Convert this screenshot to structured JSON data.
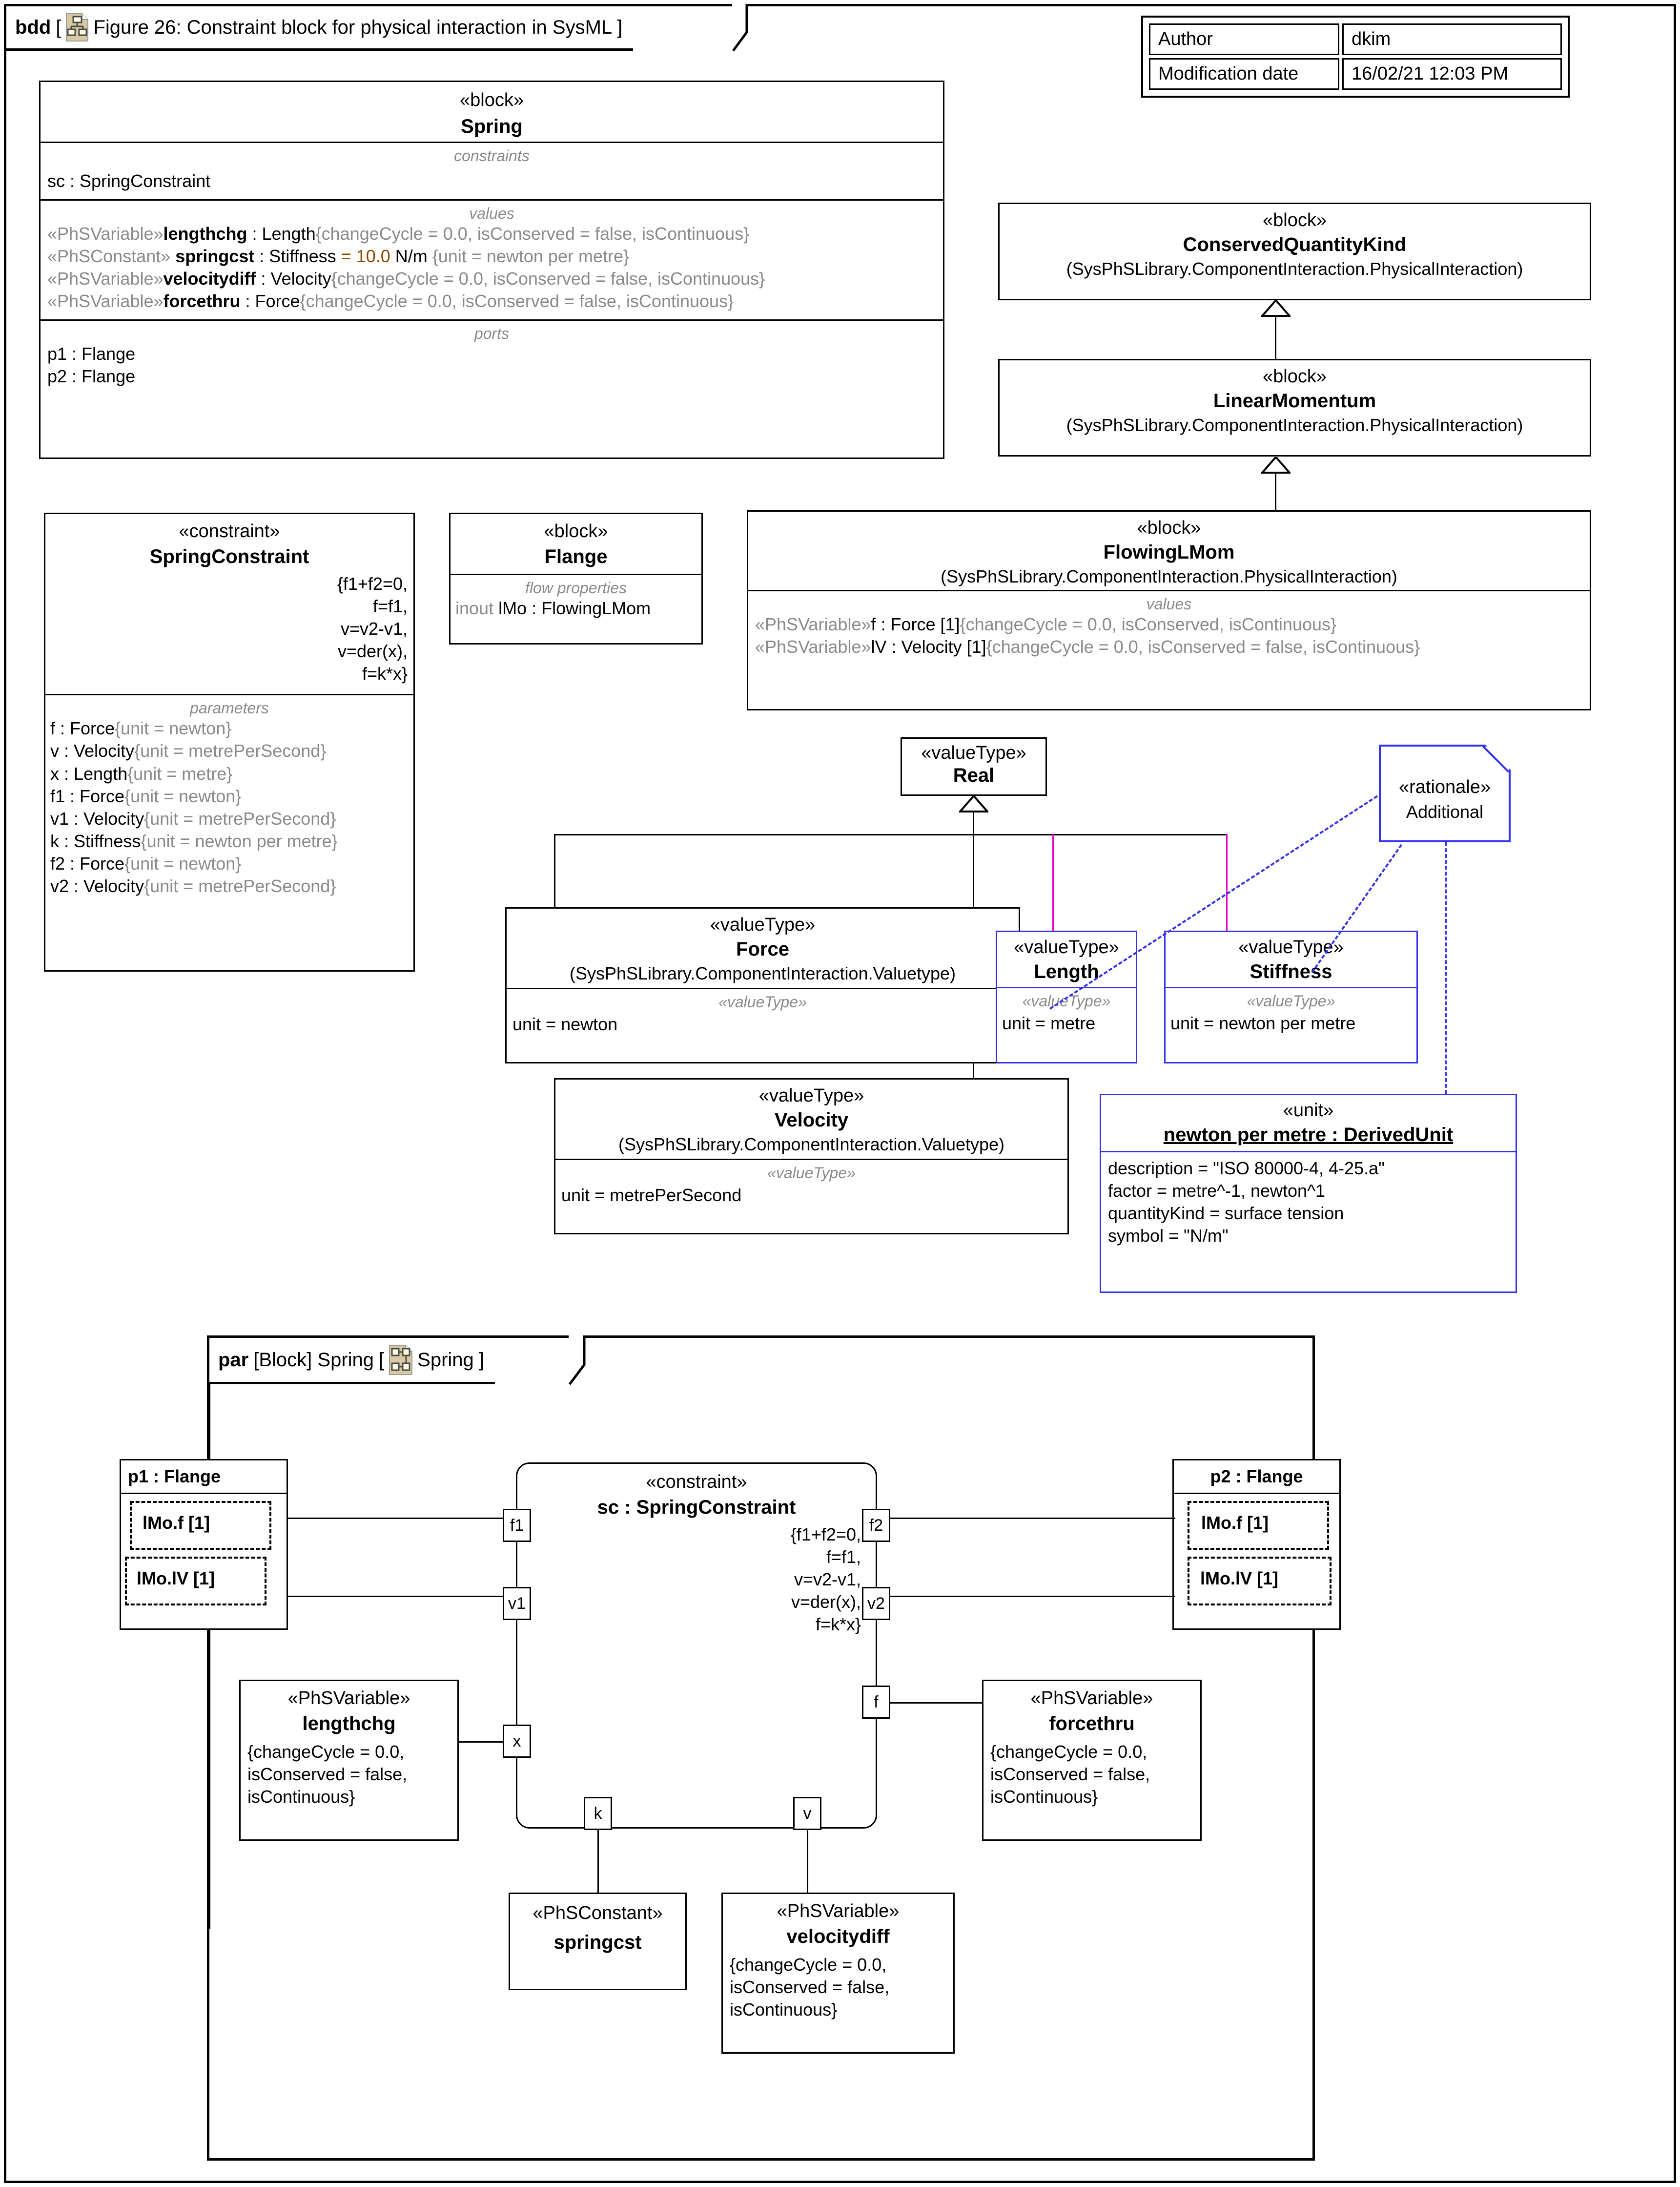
{
  "bdd_frame": {
    "kind": "bdd",
    "label": "[",
    "title": "Figure 26: Constraint block for physical interaction in SysML",
    "label_close": "]",
    "icon": "bdd-diagram-icon"
  },
  "meta": {
    "rows": [
      {
        "label": "Author",
        "value": "dkim"
      },
      {
        "label": "Modification date",
        "value": "16/02/21 12:03 PM"
      }
    ]
  },
  "spring_block": {
    "stereotype": "«block»",
    "name": "Spring",
    "constraints_label": "constraints",
    "constraints": [
      "sc : SpringConstraint"
    ],
    "values_label": "values",
    "values": [
      {
        "stereo": "«PhSVariable»",
        "name": "lengthchg",
        "type": " : Length",
        "props": "{changeCycle = 0.0, isConserved = false, isContinuous}"
      },
      {
        "stereo": "«PhSConstant»",
        "name": " springcst",
        "type": " : Stiffness",
        "eq": " = 10.0",
        "unit": " N/m ",
        "props": "{unit = newton per metre}"
      },
      {
        "stereo": "«PhSVariable»",
        "name": "velocitydiff",
        "type": " : Velocity",
        "props": "{changeCycle = 0.0, isConserved = false, isContinuous}"
      },
      {
        "stereo": "«PhSVariable»",
        "name": "forcethru",
        "type": " : Force",
        "props": "{changeCycle = 0.0, isConserved = false, isContinuous}"
      }
    ],
    "ports_label": "ports",
    "ports": [
      "p1 : Flange",
      "p2 : Flange"
    ]
  },
  "conserved_quantity_kind": {
    "stereotype": "«block»",
    "name": "ConservedQuantityKind",
    "qualified": "(SysPhSLibrary.ComponentInteraction.PhysicalInteraction)"
  },
  "linear_momentum": {
    "stereotype": "«block»",
    "name": "LinearMomentum",
    "qualified": "(SysPhSLibrary.ComponentInteraction.PhysicalInteraction)"
  },
  "spring_constraint": {
    "stereotype": "«constraint»",
    "name": "SpringConstraint",
    "equations": [
      "{f1+f2=0,",
      "f=f1,",
      "v=v2-v1,",
      "v=der(x),",
      "f=k*x}"
    ],
    "parameters_label": "parameters",
    "parameters": [
      {
        "name": "f : Force",
        "unit": "{unit = newton}"
      },
      {
        "name": "v : Velocity",
        "unit": "{unit = metrePerSecond}"
      },
      {
        "name": "x : Length",
        "unit": "{unit = metre}"
      },
      {
        "name": "f1 : Force",
        "unit": "{unit = newton}"
      },
      {
        "name": "v1 : Velocity",
        "unit": "{unit = metrePerSecond}"
      },
      {
        "name": "k : Stiffness",
        "unit": "{unit = newton per metre}"
      },
      {
        "name": "f2 : Force",
        "unit": "{unit = newton}"
      },
      {
        "name": "v2 : Velocity",
        "unit": "{unit = metrePerSecond}"
      }
    ]
  },
  "flange_block": {
    "stereotype": "«block»",
    "name": "Flange",
    "flow_label": "flow properties",
    "flow_dir": "inout ",
    "flow_prop": "lMo : FlowingLMom"
  },
  "flowing_lmom": {
    "stereotype": "«block»",
    "name": "FlowingLMom",
    "qualified": "(SysPhSLibrary.ComponentInteraction.PhysicalInteraction)",
    "values_label": "values",
    "values": [
      {
        "stereo": "«PhSVariable»",
        "name": "f : Force [1]",
        "props": "{changeCycle = 0.0, isConserved, isContinuous}"
      },
      {
        "stereo": "«PhSVariable»",
        "name": "lV : Velocity [1]",
        "props": "{changeCycle = 0.0, isConserved = false, isContinuous}"
      }
    ]
  },
  "real_vt": {
    "stereotype": "«valueType»",
    "name": "Real"
  },
  "force_vt": {
    "stereotype": "«valueType»",
    "name": "Force",
    "qualified": "(SysPhSLibrary.ComponentInteraction.Valuetype)",
    "compartment_label": "«valueType»",
    "unit": "unit = newton"
  },
  "velocity_vt": {
    "stereotype": "«valueType»",
    "name": "Velocity",
    "qualified": "(SysPhSLibrary.ComponentInteraction.Valuetype)",
    "compartment_label": "«valueType»",
    "unit": "unit = metrePerSecond"
  },
  "length_vt": {
    "stereotype": "«valueType»",
    "name": "Length",
    "compartment_label": "«valueType»",
    "unit": "unit = metre"
  },
  "stiffness_vt": {
    "stereotype": "«valueType»",
    "name": "Stiffness",
    "compartment_label": "«valueType»",
    "unit": "unit = newton per metre"
  },
  "rationale_note": {
    "stereotype": "«rationale»",
    "text": "Additional"
  },
  "derived_unit": {
    "stereotype": "«unit»",
    "name": "newton per metre : DerivedUnit",
    "attributes": [
      "description = \"ISO 80000-4, 4-25.a\"",
      "factor = metre^-1, newton^1",
      "quantityKind = surface tension",
      "symbol = \"N/m\""
    ]
  },
  "par_frame": {
    "kind": "par",
    "prefix": " [Block] Spring",
    "label_open": "[",
    "title": "Spring",
    "label_close": "]",
    "icon": "par-diagram-icon"
  },
  "par": {
    "p1": {
      "title": "p1 : Flange",
      "flows": [
        "lMo.f [1]",
        "lMo.lV [1]"
      ]
    },
    "p2": {
      "title": "p2 : Flange",
      "flows": [
        "lMo.f [1]",
        "lMo.lV [1]"
      ]
    },
    "constraint": {
      "stereotype": "«constraint»",
      "name": "sc : SpringConstraint",
      "equations": [
        "{f1+f2=0,",
        "f=f1,",
        "v=v2-v1,",
        "v=der(x),",
        "f=k*x}"
      ],
      "ports": {
        "f1": "f1",
        "v1": "v1",
        "x": "x",
        "k": "k",
        "v": "v",
        "f2": "f2",
        "v2": "v2",
        "f": "f"
      }
    },
    "lengthchg": {
      "stereo": "«PhSVariable»",
      "name": "lengthchg",
      "props": [
        "{changeCycle = 0.0,",
        "isConserved = false,",
        "isContinuous}"
      ]
    },
    "forcethru": {
      "stereo": "«PhSVariable»",
      "name": "forcethru",
      "props": [
        "{changeCycle = 0.0,",
        "isConserved = false,",
        "isContinuous}"
      ]
    },
    "springcst": {
      "stereo": "«PhSConstant»",
      "name": "springcst",
      "props": []
    },
    "velocitydiff": {
      "stereo": "«PhSVariable»",
      "name": "velocitydiff",
      "props": [
        "{changeCycle = 0.0,",
        "isConserved = false,",
        "isContinuous}"
      ]
    }
  },
  "colors": {
    "note_blue": "#3333ee",
    "link_magenta": "#e800c8",
    "gray_text": "#8a8a8a",
    "icon_tan": "#d8c9a3"
  }
}
